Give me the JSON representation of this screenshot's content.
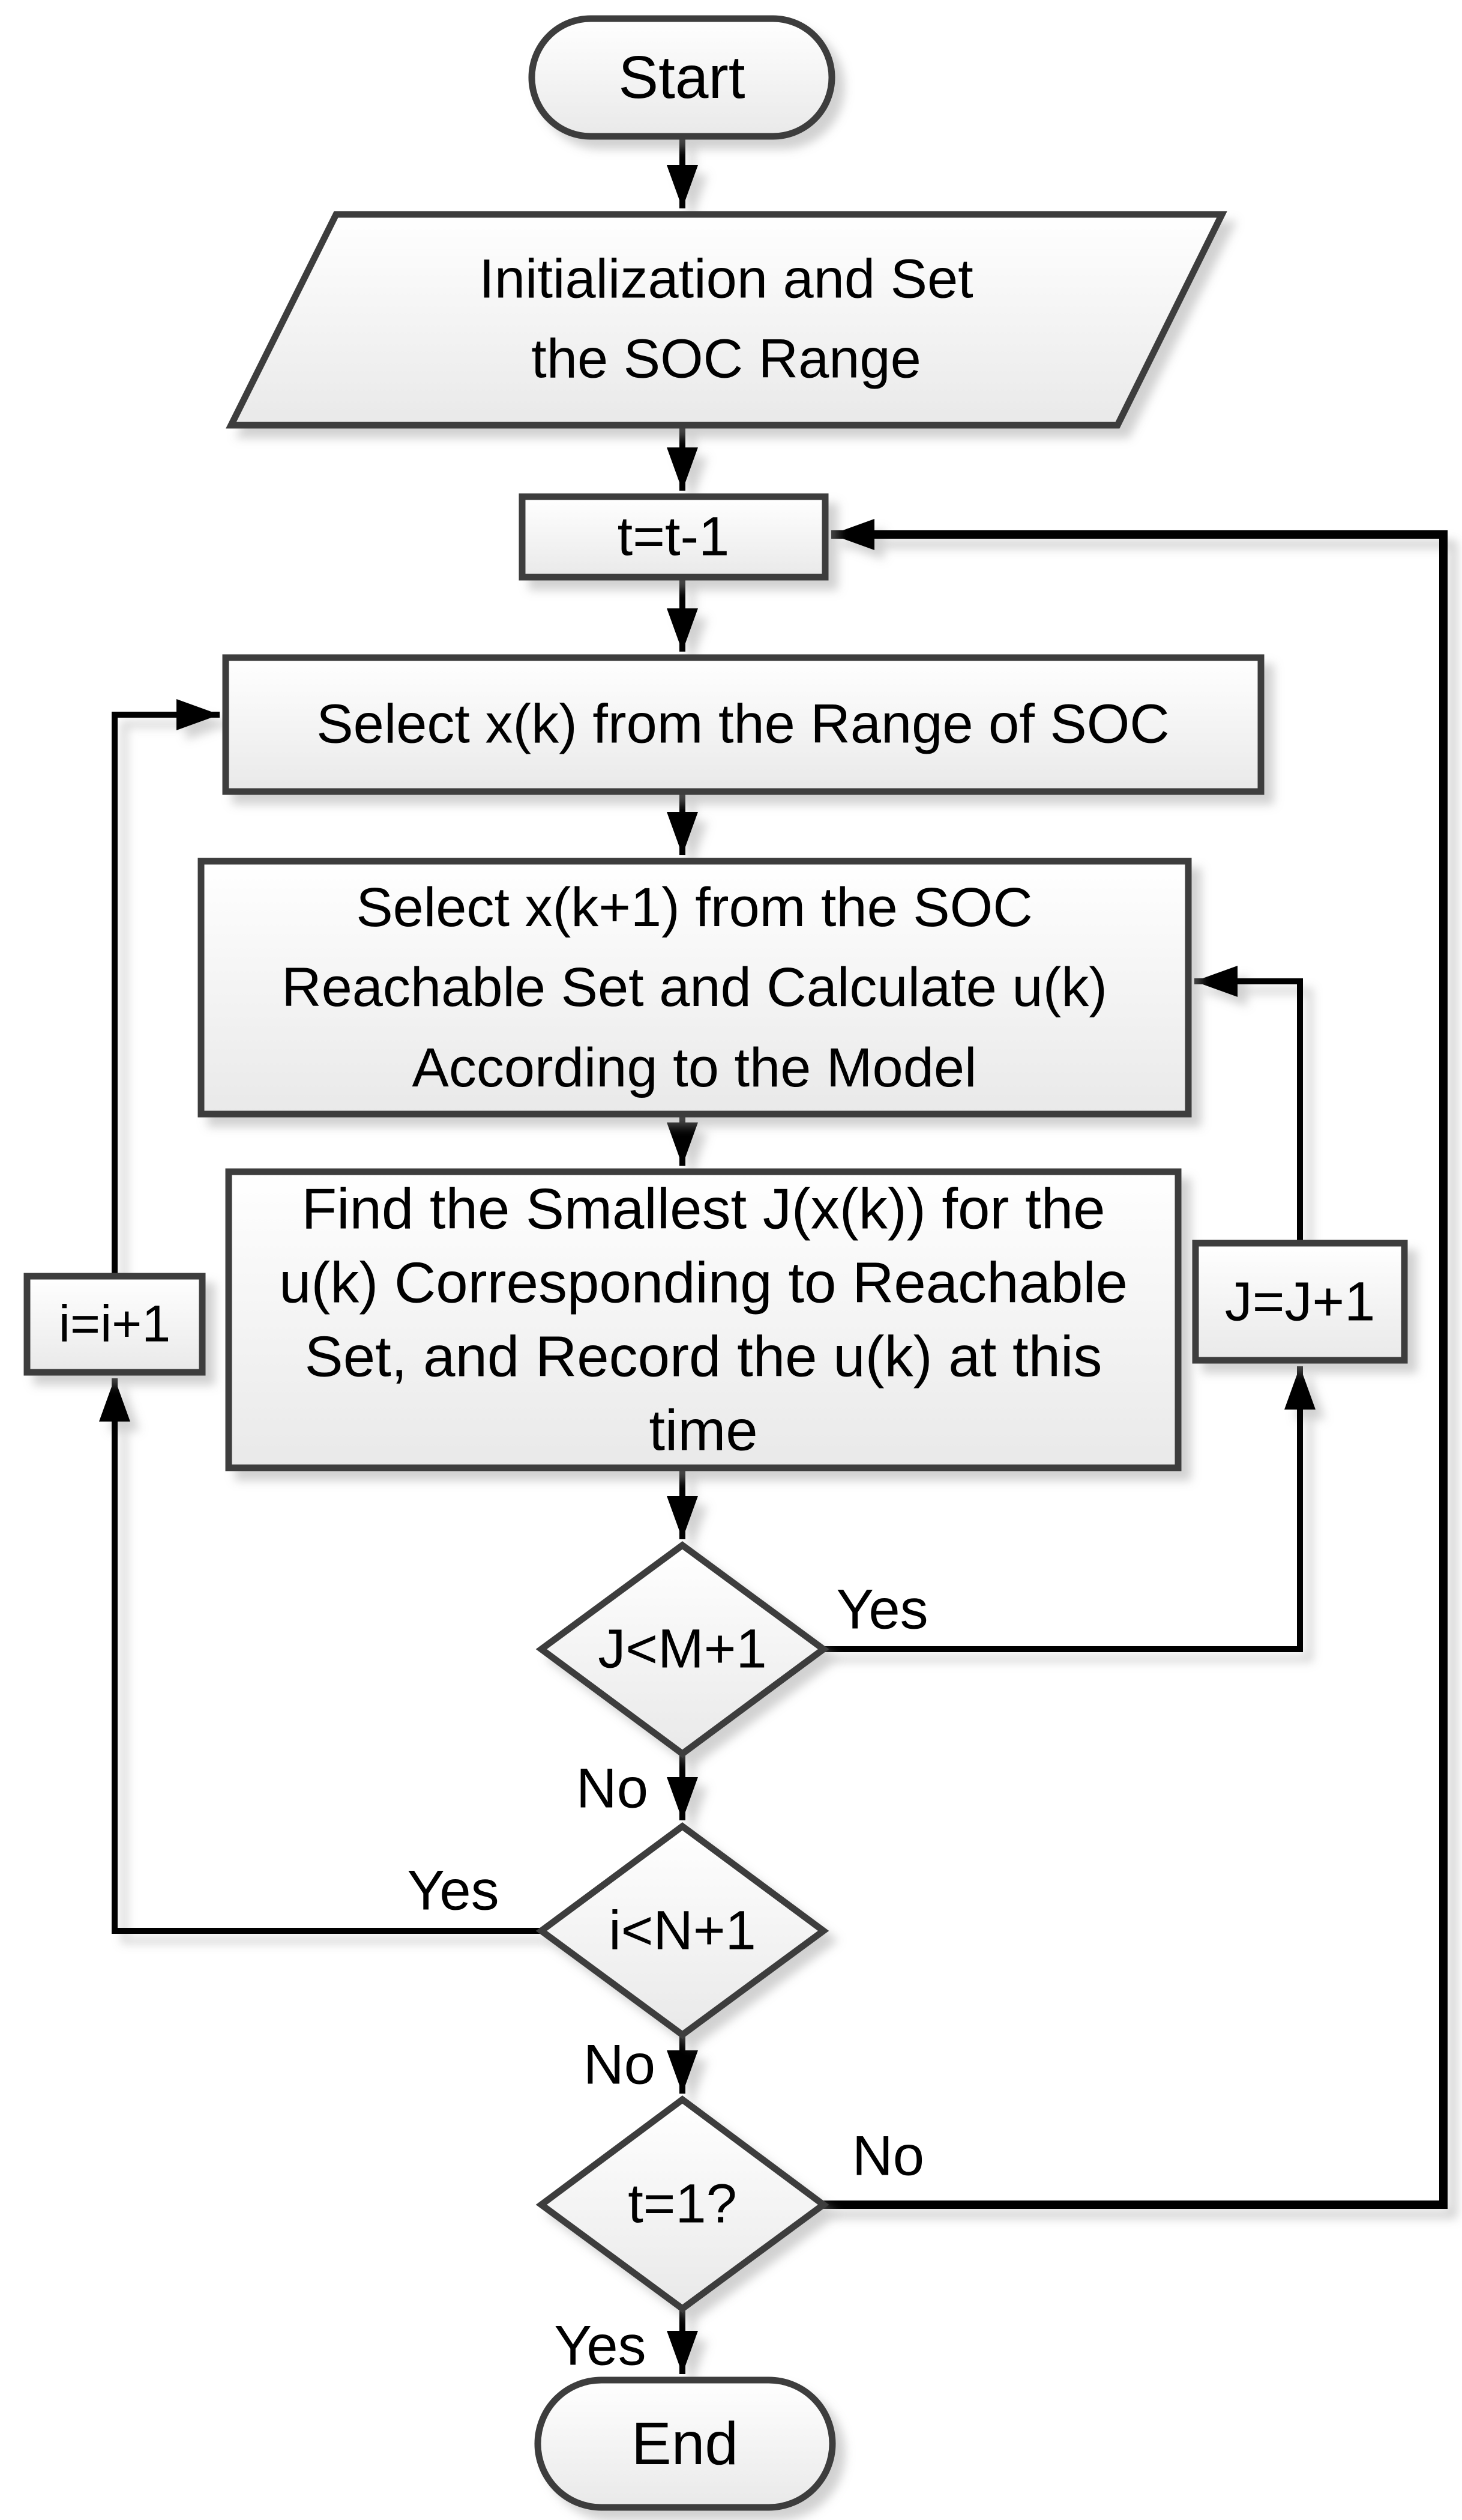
{
  "flowchart": {
    "nodes": {
      "start": {
        "type": "terminator",
        "label": "Start"
      },
      "init": {
        "type": "data",
        "lines": [
          "Initialization and Set",
          "the SOC Range"
        ]
      },
      "t_decrement": {
        "type": "process",
        "label": "t=t-1"
      },
      "select_xk": {
        "type": "process",
        "label": "Select x(k) from the Range of SOC"
      },
      "select_xk1": {
        "type": "process",
        "lines": [
          "Select x(k+1) from the SOC",
          "Reachable Set and Calculate u(k)",
          "According to the Model"
        ]
      },
      "find_smallest": {
        "type": "process",
        "lines": [
          "Find the Smallest J(x(k)) for the",
          "u(k) Corresponding to Reachable",
          "Set, and Record the u(k) at this",
          "time"
        ]
      },
      "j_increment": {
        "type": "process",
        "label": "J=J+1"
      },
      "i_increment": {
        "type": "process",
        "label": "i=i+1"
      },
      "check_j": {
        "type": "decision",
        "label": "J<M+1"
      },
      "check_i": {
        "type": "decision",
        "label": "i<N+1"
      },
      "check_t": {
        "type": "decision",
        "label": "t=1?"
      },
      "end": {
        "type": "terminator",
        "label": "End"
      }
    },
    "edge_labels": {
      "check_j_yes": "Yes",
      "check_j_no": "No",
      "check_i_yes": "Yes",
      "check_i_no": "No",
      "check_t_no": "No",
      "check_t_yes": "Yes"
    },
    "colors": {
      "shape_border": "#3d3d3d",
      "shape_fill_top": "#ffffff",
      "shape_fill_bottom": "#e9e9e9",
      "connector": "#000000",
      "text": "#000000",
      "background": "#ffffff"
    }
  }
}
